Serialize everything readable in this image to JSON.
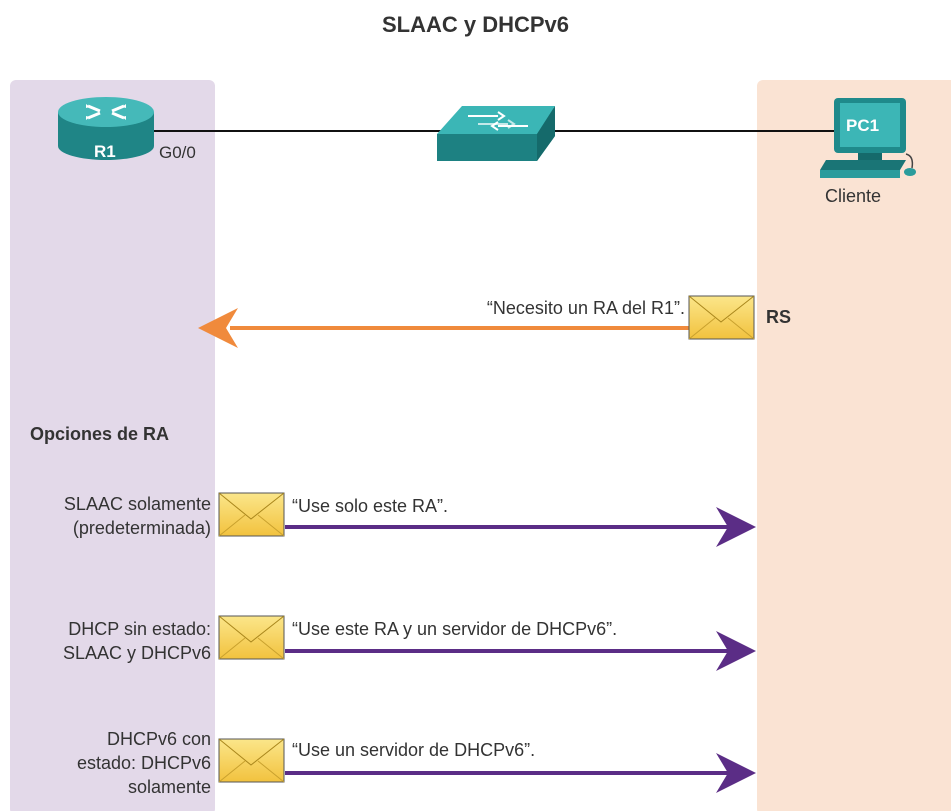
{
  "title": "SLAAC y DHCPv6",
  "router": {
    "name": "R1",
    "interface": "G0/0"
  },
  "pc": {
    "name": "PC1",
    "role": "Cliente"
  },
  "rs": {
    "label": "RS",
    "message": "“Necesito un RA del R1”."
  },
  "options_heading": "Opciones de RA",
  "options": [
    {
      "line1": "SLAAC solamente",
      "line2": "(predeterminada)",
      "line3": "",
      "message": "“Use solo este RA”."
    },
    {
      "line1": "DHCP sin estado:",
      "line2": "SLAAC y DHCPv6",
      "line3": "",
      "message": "“Use este RA y un servidor de DHCPv6”."
    },
    {
      "line1": "DHCPv6 con",
      "line2": "estado: DHCPv6",
      "line3": "solamente",
      "message": "“Use un servidor de DHCPv6”."
    }
  ],
  "colors": {
    "router_panel": "#e3d9e9",
    "client_panel": "#fae3d3",
    "rs_arrow": "#f08a3c",
    "ra_arrow": "#5b2d86",
    "device_teal": "#2a9c9c",
    "envelope": "#f7d35a"
  },
  "icons": [
    "router-icon",
    "switch-icon",
    "pc-icon",
    "envelope-icon"
  ]
}
